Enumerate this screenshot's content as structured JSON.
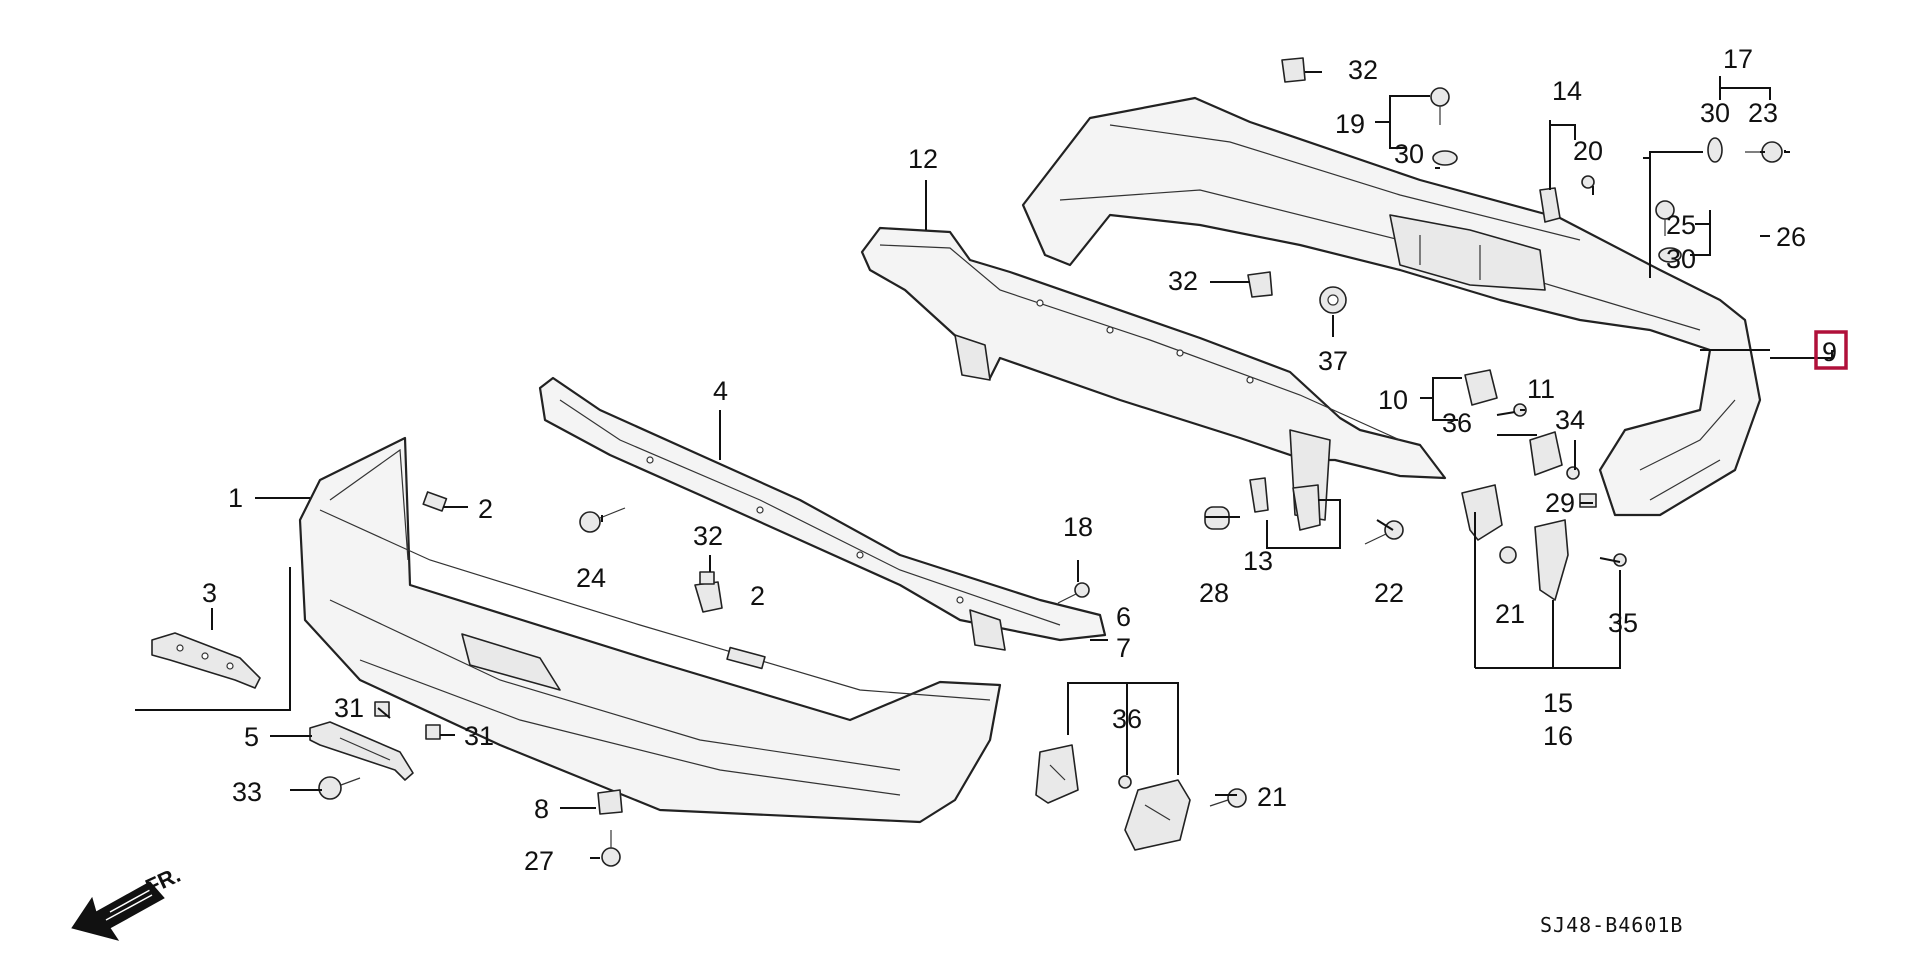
{
  "diagram_code": "SJ48-B4601B",
  "direction_label": "FR.",
  "highlight_color": "#b0103a",
  "labels": {
    "c1": "1",
    "c2a": "2",
    "c2b": "2",
    "c3": "3",
    "c4": "4",
    "c5": "5",
    "c6": "6",
    "c7": "7",
    "c8": "8",
    "c9": "9",
    "c10": "10",
    "c11": "11",
    "c12": "12",
    "c13": "13",
    "c14": "14",
    "c15": "15",
    "c16": "16",
    "c17": "17",
    "c18": "18",
    "c19": "19",
    "c20": "20",
    "c21a": "21",
    "c21b": "21",
    "c22": "22",
    "c23": "23",
    "c24": "24",
    "c25": "25",
    "c26": "26",
    "c27": "27",
    "c28": "28",
    "c29": "29",
    "c30a": "30",
    "c30b": "30",
    "c30c": "30",
    "c31a": "31",
    "c31b": "31",
    "c32a": "32",
    "c32b": "32",
    "c32c": "32",
    "c33": "33",
    "c34": "34",
    "c35": "35",
    "c36a": "36",
    "c36b": "36",
    "c37": "37"
  }
}
